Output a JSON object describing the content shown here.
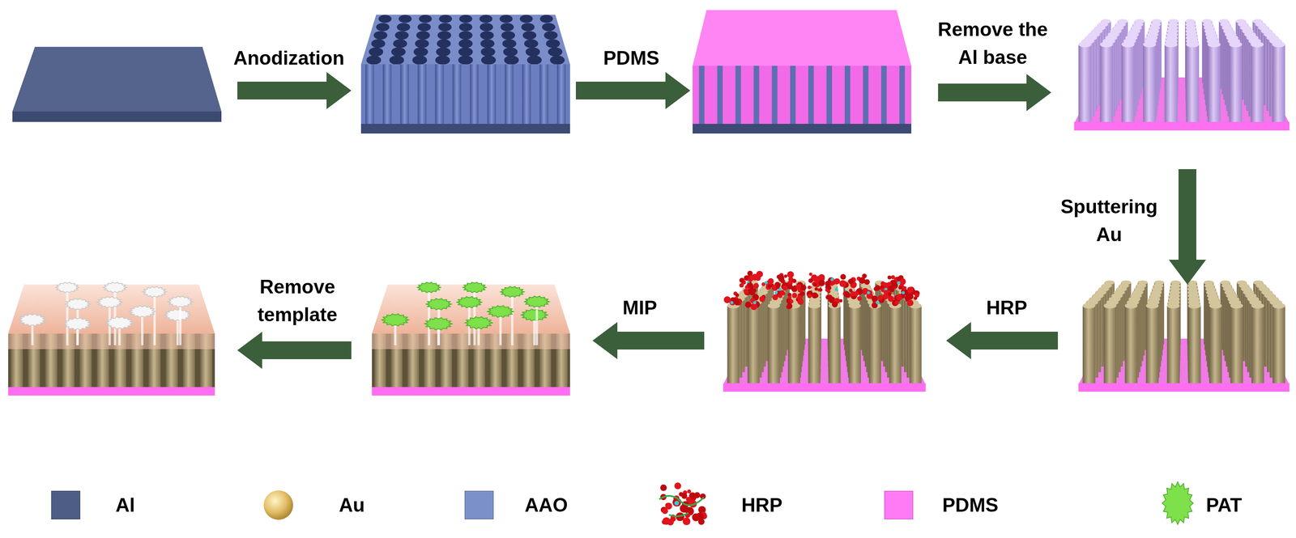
{
  "diagram": {
    "labels": [
      "Anodization",
      "PDMS",
      "Remove the Al base",
      "Sputtering Au",
      "HRP",
      "MIP",
      "Remove template"
    ],
    "legend": [
      {
        "text": "Al",
        "color": "#4e5d85"
      },
      {
        "text": "Au"
      },
      {
        "text": "AAO",
        "color": "#7b8fc9"
      },
      {
        "text": "HRP"
      },
      {
        "text": "PDMS",
        "color": "#ff7bf5"
      },
      {
        "text": "PAT"
      }
    ]
  }
}
